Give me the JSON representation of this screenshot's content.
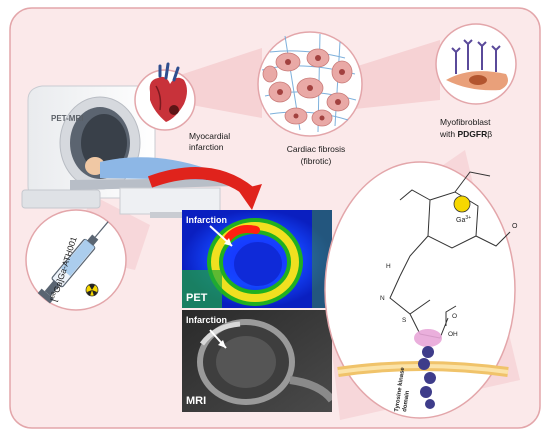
{
  "scanner": {
    "label": "PET-MRI"
  },
  "heart": {
    "line1": "Myocardial",
    "line2": "infarction"
  },
  "fibrosis": {
    "line1": "Cardiac fibrosis",
    "line2": "(fibrotic)"
  },
  "myofibroblast": {
    "line1": "Myofibroblast",
    "line2_prefix": "with ",
    "line2_bold": "PDGFR",
    "line2_beta": "β"
  },
  "tracer": {
    "label_iso": "68",
    "label_rest_a": "Ga]Ga-ATH001",
    "label_open": "["
  },
  "pet_panel": {
    "annotation": "Infarction",
    "modality": "PET"
  },
  "mri_panel": {
    "annotation": "Infarction",
    "modality": "MRI"
  },
  "molecule": {
    "ga_label": "Ga",
    "ga_charge": "3+",
    "carboxylate": "O",
    "oh_label": "OH",
    "h_label": "H",
    "s_label": "S",
    "n_label": "N",
    "o_label": "O"
  },
  "receptor": {
    "domain_label_1": "Tyrosine kinase",
    "domain_label_2": "domain"
  },
  "colors": {
    "frame_fill": "#fbe9ea",
    "frame_stroke": "#e3a6aa",
    "arrow_red": "#e0231c",
    "cone_pink": "#f4c9cc",
    "tracer_badge": "#f6d700"
  }
}
